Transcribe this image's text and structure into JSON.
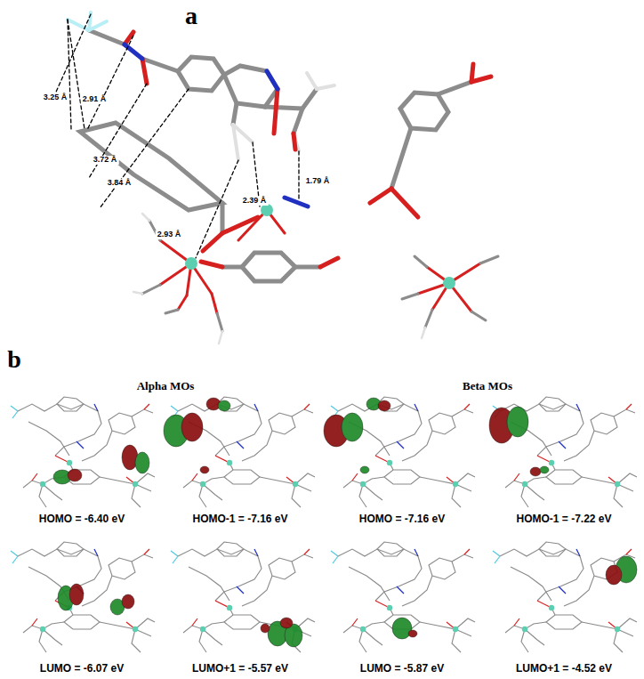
{
  "diagram": {
    "labels": [
      "a",
      "3.25 Å",
      "2.91 Å",
      "3.72 Å",
      "3.84 Å",
      "2.39 Å",
      "1.79 Å",
      "2.93 Å",
      "b",
      "Alpha MOs",
      "Beta MOs",
      "HOMO = -6.40 eV",
      "HOMO-1 = -7.16 eV",
      "HOMO = -7.16 eV",
      "HOMO-1 = -7.22 eV",
      "LUMO = -6.07 eV",
      "LUMO+1 = -5.57 eV",
      "LUMO = -5.87 eV",
      "LUMO+1 = -4.52 eV"
    ]
  }
}
